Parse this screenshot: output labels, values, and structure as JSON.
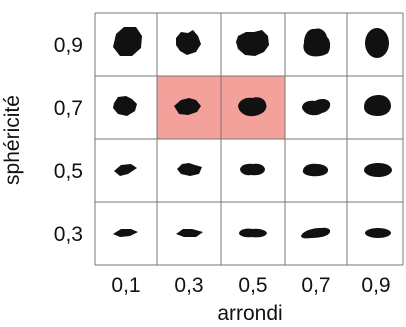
{
  "diagram": {
    "y_axis_label": "sphéricité",
    "x_axis_label": "arrondi",
    "sphericity_values": [
      "0,9",
      "0,7",
      "0,5",
      "0,3"
    ],
    "roundness_values": [
      "0,1",
      "0,3",
      "0,5",
      "0,7",
      "0,9"
    ],
    "highlight_color": "#f4a09b",
    "highlighted_cells": [
      {
        "sphericity": "0,7",
        "roundness": "0,3"
      },
      {
        "sphericity": "0,7",
        "roundness": "0,5"
      }
    ],
    "shape_color": "#111111",
    "grid_color": "#777777"
  }
}
